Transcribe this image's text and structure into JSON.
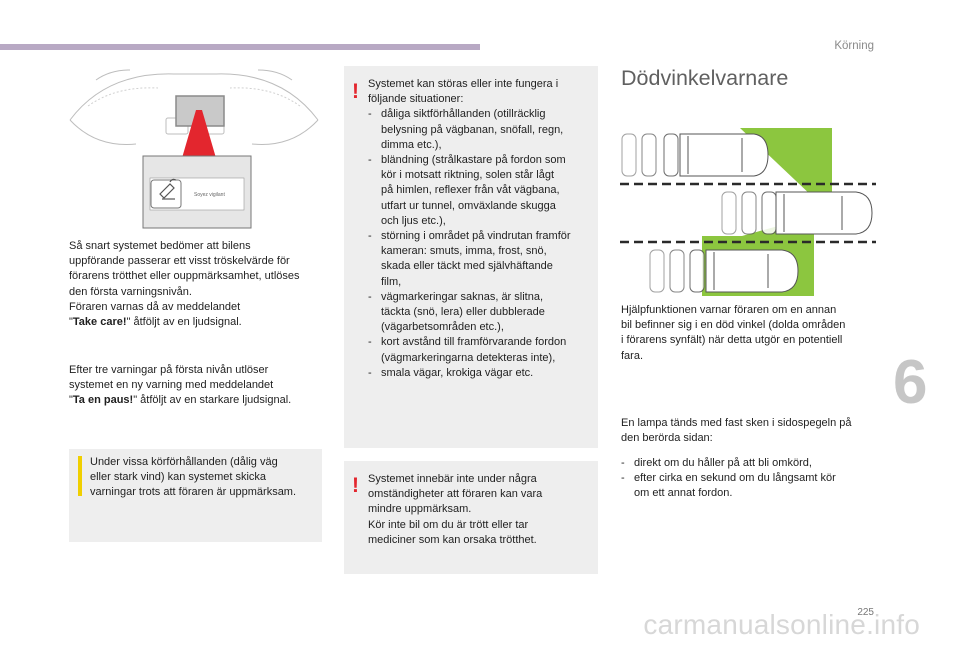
{
  "header": {
    "section": "Körning"
  },
  "chapter_number": "6",
  "page_number": "225",
  "watermark": "carmanualsonline.info",
  "dashboard_figure": {
    "screen_message": "Soyez vigilant",
    "icon": "coffee-cup-icon"
  },
  "col1": {
    "para1_lines": [
      "Så snart systemet bedömer att bilens",
      "uppförande passerar ett visst tröskelvärde för",
      "förarens trötthet eller ouppmärksamhet, utlöses",
      "den första varningsnivån.",
      "Föraren varnas då av meddelandet"
    ],
    "para1_q1": "\"",
    "para1_bold": "Take care!",
    "para1_tail": "\" åtföljt av en ljudsignal.",
    "para2_lines": [
      "Efter tre varningar på första nivån utlöser",
      "systemet en ny varning med meddelandet"
    ],
    "para2_q1": "\"",
    "para2_bold": "Ta en paus!",
    "para2_tail": "\" åtföljt av en starkare ljudsignal.",
    "info_box_lines": [
      "Under vissa körförhållanden (dålig väg",
      "eller stark vind) kan systemet skicka",
      "varningar trots att föraren är uppmärksam."
    ]
  },
  "col2": {
    "warning1_intro": [
      "Systemet kan störas eller inte fungera i",
      "följande situationer:"
    ],
    "warning1_items": [
      [
        "dåliga siktförhållanden (otillräcklig",
        "belysning på vägbanan, snöfall, regn,",
        "dimma etc.),"
      ],
      [
        "bländning (strålkastare på fordon som",
        "kör i motsatt riktning, solen står lågt",
        "på himlen, reflexer från våt vägbana,",
        "utfart ur tunnel, omväxlande skugga",
        "och ljus etc.),"
      ],
      [
        "störning i området på vindrutan framför",
        "kameran: smuts, imma, frost, snö,",
        "skada eller täckt med självhäftande",
        "film,"
      ],
      [
        "vägmarkeringar saknas, är slitna,",
        "täckta (snö, lera) eller dubblerade",
        "(vägarbetsområden etc.),"
      ],
      [
        "kort avstånd till framförvarande fordon",
        "(vägmarkeringarna detekteras inte),"
      ],
      [
        "smala vägar, krokiga vägar etc."
      ]
    ],
    "warning2_lines": [
      "Systemet innebär inte under några",
      "omständigheter att föraren kan vara",
      "mindre uppmärksam.",
      "Kör inte bil om du är trött eller tar",
      "mediciner som kan orsaka trötthet."
    ]
  },
  "col3": {
    "title": "Dödvinkelvarnare",
    "para1_lines": [
      "Hjälpfunktionen varnar föraren om en annan",
      "bil befinner sig i en död vinkel (dolda områden",
      "i förarens synfält) när detta utgör en potentiell",
      "fara."
    ],
    "para2_lines": [
      "En lampa tänds med fast sken i sidospegeln på",
      "den berörda sidan:"
    ],
    "items": [
      [
        "direkt om du håller på att bli omkörd,"
      ],
      [
        "efter cirka en sekund om du långsamt kör",
        "om ett annat fordon."
      ]
    ]
  },
  "colors": {
    "accent_bar": "#b8a9c4",
    "warning_red": "#e3262e",
    "info_yellow": "#f0cf00",
    "zone_green": "#8cc63f",
    "box_grey": "#eeeeee"
  }
}
